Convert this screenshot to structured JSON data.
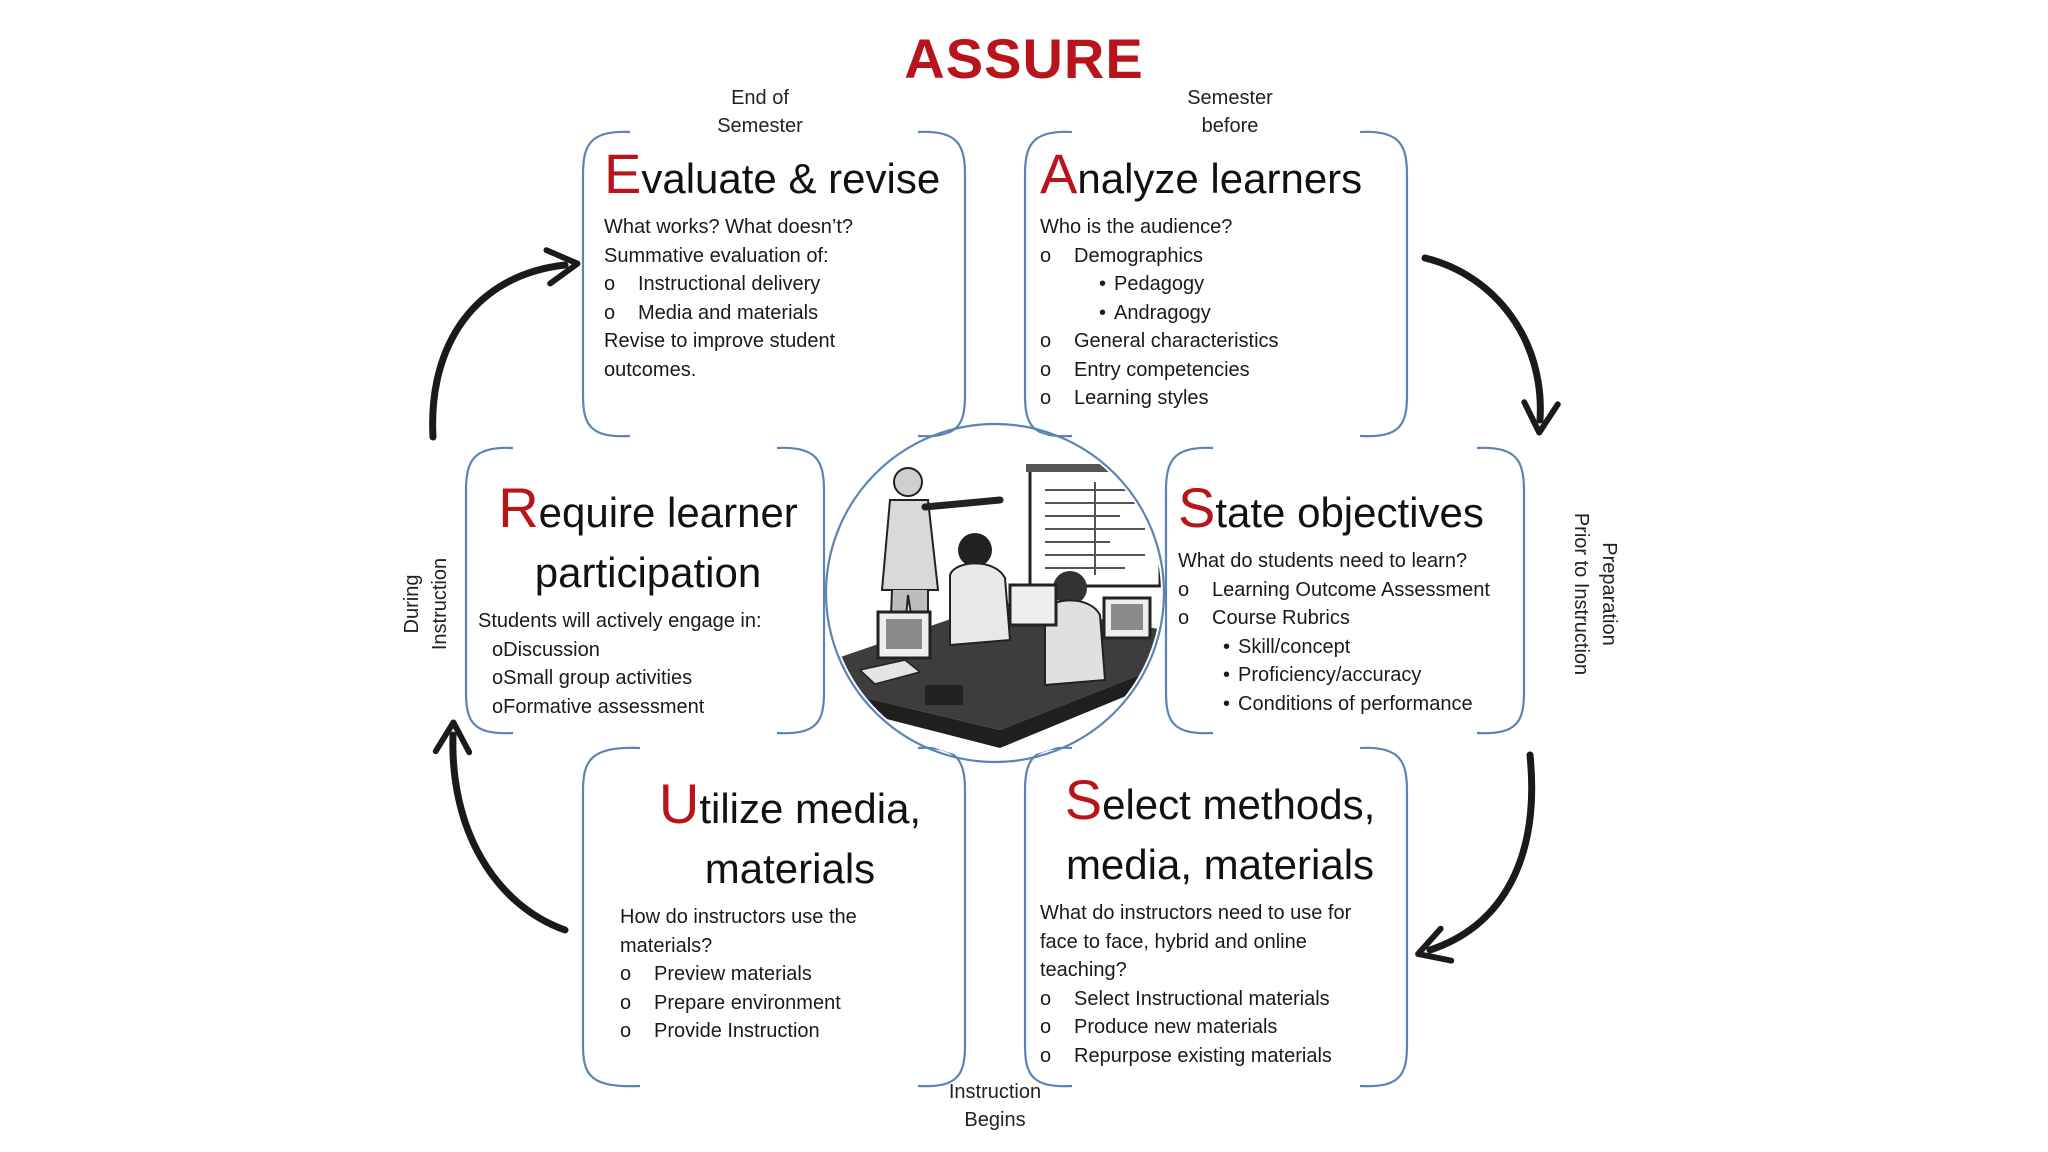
{
  "title": "ASSURE",
  "colors": {
    "accent": "#b8141c",
    "frame": "#5b84b5",
    "arrow": "#1a1a1a"
  },
  "timeline": {
    "top_left": "End of\nSemester",
    "top_right": "Semester\nbefore",
    "left": "During\nInstruction",
    "right": "Preparation\nPrior to Instruction",
    "bottom": "Instruction\nBegins"
  },
  "center_image": "classroom-clipart",
  "steps": {
    "evaluate": {
      "cap": "E",
      "rest": "valuate & revise",
      "lines": [
        "What works?  What doesn’t?",
        "Summative evaluation of:"
      ],
      "items": [
        "Instructional delivery",
        "Media and materials"
      ],
      "after": [
        "Revise to improve student",
        "outcomes."
      ]
    },
    "analyze": {
      "cap": "A",
      "rest": "nalyze learners",
      "intro": "Who is the audience?",
      "item1": "Demographics",
      "sub": [
        "Pedagogy",
        "Andragogy"
      ],
      "items": [
        "General characteristics",
        "Entry competencies",
        "Learning styles"
      ]
    },
    "require": {
      "cap": "R",
      "rest": "equire learner",
      "line2": "participation",
      "intro": "Students will actively engage in:",
      "items": [
        "Discussion",
        "Small group activities",
        "Formative assessment"
      ]
    },
    "state": {
      "cap": "S",
      "rest": "tate objectives",
      "intro": "What do students need to learn?",
      "items": [
        "Learning Outcome Assessment",
        "Course Rubrics"
      ],
      "sub": [
        "Skill/concept",
        "Proficiency/accuracy",
        "Conditions of performance"
      ]
    },
    "utilize": {
      "cap": "U",
      "rest": "tilize media,",
      "line2": "materials",
      "intro": [
        "How do instructors use the",
        "materials?"
      ],
      "items": [
        "Preview materials",
        "Prepare environment",
        "Provide Instruction"
      ]
    },
    "select": {
      "cap": "S",
      "rest": "elect methods,",
      "line2": "media, materials",
      "intro": [
        "What do instructors need to use for",
        "face to face, hybrid and online",
        "teaching?"
      ],
      "items": [
        "Select Instructional materials",
        "Produce new materials",
        "Repurpose existing materials"
      ]
    }
  }
}
